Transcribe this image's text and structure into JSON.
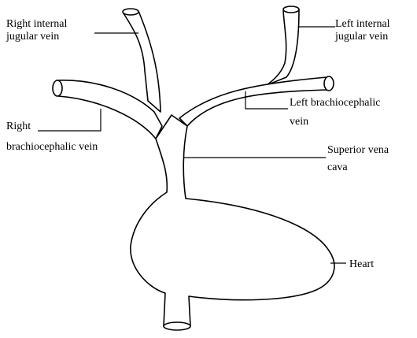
{
  "diagram": {
    "labels": {
      "right_internal_jugular": [
        "Right internal",
        "jugular vein"
      ],
      "left_internal_jugular": [
        "Left internal",
        "jugular vein"
      ],
      "left_brachiocephalic": [
        "Left brachiocephalic",
        "vein"
      ],
      "right_brachiocephalic": [
        "Right",
        "brachiocephalic vein"
      ],
      "superior_vena_cava": [
        "Superior vena",
        "cava"
      ],
      "heart": [
        "Heart"
      ]
    }
  }
}
